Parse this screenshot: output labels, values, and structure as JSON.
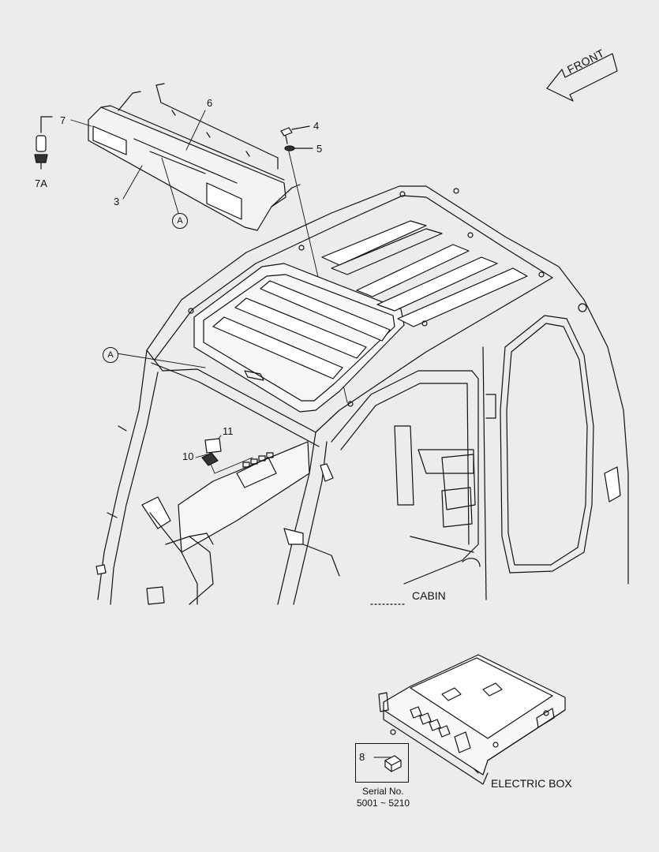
{
  "labels": {
    "front": "FRONT",
    "part_3": "3",
    "part_4": "4",
    "part_5": "5",
    "part_6": "6",
    "part_7": "7",
    "part_7a": "7A",
    "part_8": "8",
    "part_10": "10",
    "part_11": "11",
    "ref_a_top": "A",
    "ref_a_left": "A",
    "cabin": "CABIN",
    "electric_box": "ELECTRIC BOX",
    "serial_label": "Serial No.",
    "serial_range": "5001 ~ 5210"
  }
}
